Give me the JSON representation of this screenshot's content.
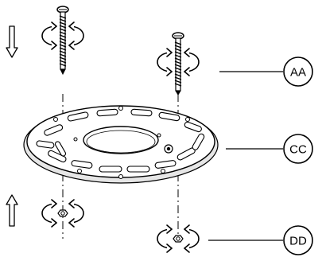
{
  "callouts": {
    "aa": "AA",
    "cc": "CC",
    "dd": "DD"
  },
  "colors": {
    "line": "#000000",
    "plate_fill": "#ffffff",
    "background": "#ffffff"
  },
  "icons": {
    "install_down_arrow": "arrow-down-outline",
    "remove_up_arrow": "arrow-up-outline",
    "rotation": "circular-rotation-arrows"
  }
}
